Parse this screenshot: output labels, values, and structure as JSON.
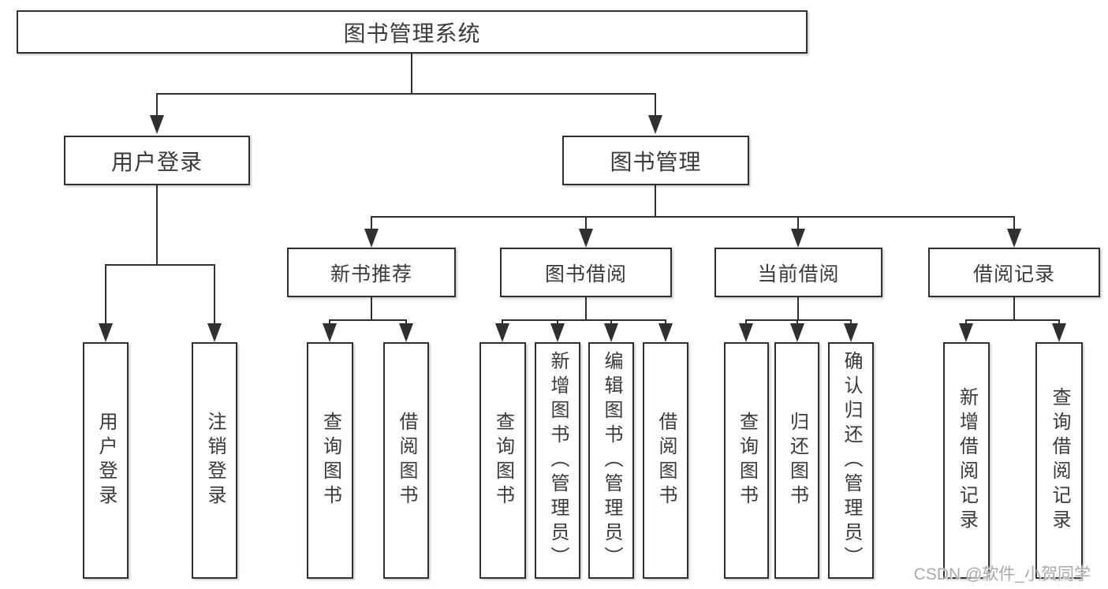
{
  "tree": {
    "root": {
      "label": "图书管理系统"
    },
    "children": [
      {
        "label": "用户登录",
        "leaves": [
          {
            "label": "用户登录"
          },
          {
            "label": "注销登录"
          }
        ]
      },
      {
        "label": "图书管理",
        "groups": [
          {
            "label": "新书推荐",
            "leaves": [
              {
                "label": "查询图书"
              },
              {
                "label": "借阅图书"
              }
            ]
          },
          {
            "label": "图书借阅",
            "leaves": [
              {
                "label": "查询图书"
              },
              {
                "label": "新增图书（管理员）"
              },
              {
                "label": "编辑图书（管理员）"
              },
              {
                "label": "借阅图书"
              }
            ]
          },
          {
            "label": "当前借阅",
            "leaves": [
              {
                "label": "查询图书"
              },
              {
                "label": "归还图书"
              },
              {
                "label": "确认归还（管理员）"
              }
            ]
          },
          {
            "label": "借阅记录",
            "leaves": [
              {
                "label": "新增借阅记录"
              },
              {
                "label": "查询借阅记录"
              }
            ]
          }
        ]
      }
    ]
  },
  "watermark": {
    "text": "CSDN @软件_小贺同学"
  },
  "colors": {
    "background": "#ffffff",
    "line": "#303030",
    "box_border": "#303030",
    "text": "#3a3a3a",
    "watermark": "#ababab"
  }
}
